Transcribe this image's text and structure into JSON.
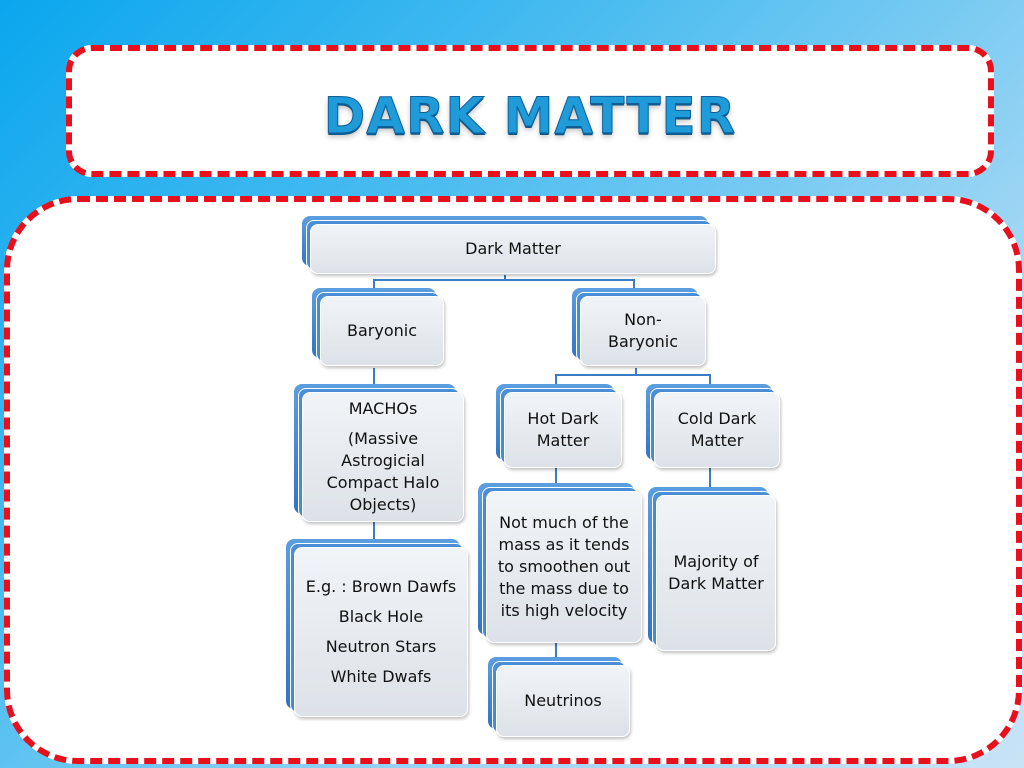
{
  "slide": {
    "title": "DARK MATTER"
  },
  "diagram": {
    "root": {
      "label": "Dark Matter"
    },
    "baryonic": {
      "label": "Baryonic"
    },
    "non_baryonic": {
      "label": "Non-Baryonic"
    },
    "machos": {
      "heading": "MACHOs",
      "description": "(Massive Astrogicial Compact Halo Objects)"
    },
    "examples": {
      "items": [
        "E.g. : Brown Dawfs",
        "Black Hole",
        "Neutron Stars",
        "White Dwafs"
      ]
    },
    "hot_dark_matter": {
      "label": "Hot Dark Matter"
    },
    "cold_dark_matter": {
      "label": "Cold Dark Matter"
    },
    "hot_description": {
      "text": "Not much of the mass as it tends to smoothen out the mass due to its high velocity"
    },
    "cold_description": {
      "text": "Majority of Dark Matter"
    },
    "neutrinos": {
      "label": "Neutrinos"
    }
  },
  "colors": {
    "border_dash": "#e8101c",
    "title_text": "#1e9bd8",
    "node_accent": "#2f74c8",
    "connector": "#3c7cc4"
  }
}
